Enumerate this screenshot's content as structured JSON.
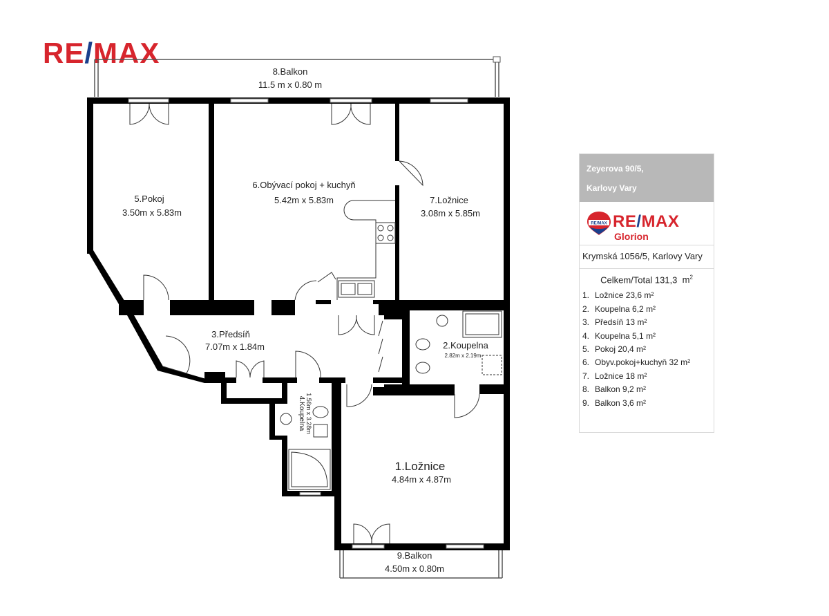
{
  "logo": {
    "left": "RE",
    "slash": "/",
    "right": "MAX"
  },
  "rooms": {
    "balkon8": {
      "name": "8.Balkon",
      "dims": "11.5 m  x  0.80 m"
    },
    "pokoj5": {
      "name": "5.Pokoj",
      "dims": "3.50m  x  5.83m"
    },
    "obyvaci6": {
      "name": "6.Obývací pokoj + kuchyň",
      "dims": "5.42m  x  5.83m"
    },
    "loznice7": {
      "name": "7.Ložnice",
      "dims": "3.08m  x  5.85m"
    },
    "predsin3": {
      "name": "3.Předsíň",
      "dims": "7.07m  x  1.84m"
    },
    "koupelna2": {
      "name": "2.Koupelna",
      "dims": "2.82m x 2.19m"
    },
    "koupelna4": {
      "name": "4.Koupelna",
      "dims": "1.56m x 3.28m"
    },
    "loznice1": {
      "name": "1.Ložnice",
      "dims": "4.84m  x  4.87m"
    },
    "balkon9": {
      "name": "9.Balkon",
      "dims": "4.50m  x  0.80m"
    }
  },
  "panel": {
    "street": "Zeyerova 90/5,",
    "city": "Karlovy Vary",
    "brand_left": "RE",
    "brand_slash": "/",
    "brand_right": "MAX",
    "brand_sub": "Glorion",
    "balloon_text": "RE/MAX",
    "address": "Krymská 1056/5, Karlovy Vary",
    "total_label": "Celkem/Total",
    "total_value": "131,3",
    "total_unit": "m",
    "total_sup": "2",
    "items": [
      {
        "num": "1.",
        "text": "Ložnice 23,6 m²"
      },
      {
        "num": "2.",
        "text": "Koupelna 6,2 m²"
      },
      {
        "num": "3.",
        "text": "Předsíň 13 m²"
      },
      {
        "num": "4.",
        "text": "Koupelna 5,1 m²"
      },
      {
        "num": "5.",
        "text": "Pokoj 20,4 m²"
      },
      {
        "num": "6.",
        "text": "Obyv.pokoj+kuchyň 32 m²"
      },
      {
        "num": "7.",
        "text": "Ložnice 18 m²"
      },
      {
        "num": "8.",
        "text": "Balkon 9,2 m²"
      },
      {
        "num": "9.",
        "text": "Balkon 3,6 m²"
      }
    ]
  },
  "colors": {
    "brand_red": "#d7252d",
    "brand_blue": "#1a3f8c",
    "wall": "#000000",
    "panel_header": "#b8b8b8"
  }
}
